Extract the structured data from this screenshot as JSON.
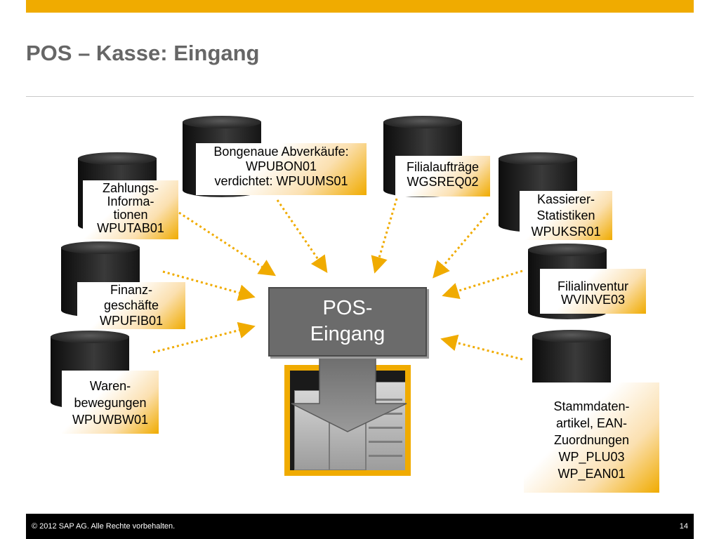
{
  "slide": {
    "title": "POS – Kasse: Eingang",
    "footer_copyright": "©  2012 SAP AG. Alle Rechte vorbehalten.",
    "page_number": "14"
  },
  "center": {
    "line1": "POS-",
    "line2": "Eingang"
  },
  "sources": {
    "bongenaue": {
      "lines": [
        "Bongenaue Abverkäufe:",
        "WPUBON01",
        "verdichtet: WPUUMS01"
      ]
    },
    "filialauftraege": {
      "lines": [
        "Filialaufträge",
        "WGSREQ02"
      ]
    },
    "zahlungs": {
      "lines": [
        "Zahlungs-",
        "Informa-",
        "tionen",
        "WPUTAB01"
      ]
    },
    "kassierer": {
      "lines": [
        "Kassierer-",
        "Statistiken",
        "WPUKSR01"
      ]
    },
    "finanz": {
      "lines": [
        "Finanz-",
        "geschäfte",
        "WPUFIB01"
      ]
    },
    "filialinventur": {
      "lines": [
        "Filialinventur",
        "WVINVE03"
      ]
    },
    "waren": {
      "lines": [
        "Waren-",
        "bewegungen",
        "WPUWBW01"
      ]
    },
    "stammdaten": {
      "lines": [
        "Stammdaten-",
        "artikel, EAN-",
        "Zuordnungen",
        "WP_PLU03",
        "WP_EAN01"
      ]
    }
  },
  "colors": {
    "accent": "#f0ab00",
    "arrow": "#f0ab00",
    "hub_fill": "#6b6b6b",
    "title_text": "#666666"
  },
  "icons": {
    "database": "database-cylinder-icon",
    "arrow": "dotted-arrow",
    "pos_terminal": "pos-server-photo"
  }
}
